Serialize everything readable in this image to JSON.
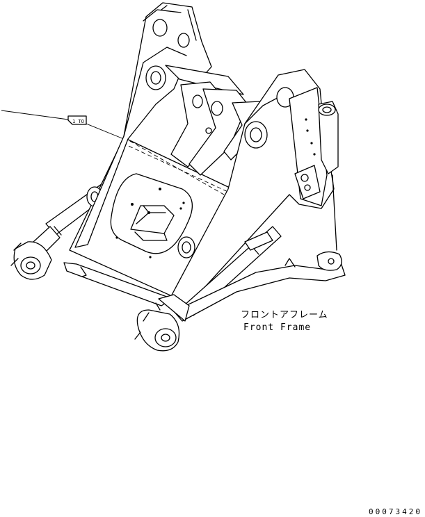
{
  "callout": {
    "tag": "1 TO"
  },
  "labels": {
    "frame_jp": "フロントアフレーム",
    "frame_en": "Front Frame"
  },
  "drawing_number": "00073420"
}
